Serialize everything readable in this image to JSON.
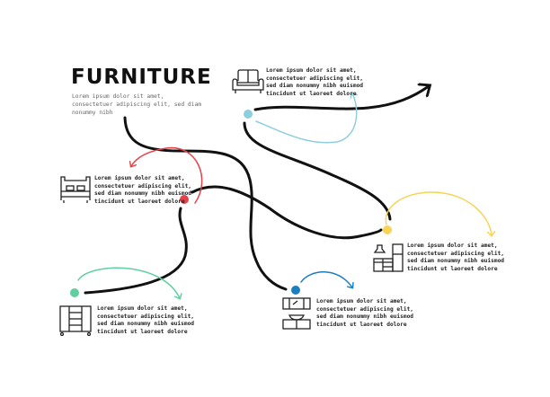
{
  "title": "FURNITURE",
  "subtitle": "Lorem ipsum dolor sit amet, consectetuer adipiscing elit, sed diam nonummy nibh",
  "items": [
    {
      "name": "armchair",
      "icon": "armchair-icon",
      "color": "#8ecfdf",
      "text": "Lorem ipsum dolor sit amet, consectetuer adipiscing elit, sed diam nonummy nibh euismod tincidunt ut laoreet dolore"
    },
    {
      "name": "bed",
      "icon": "bed-icon",
      "color": "#e5434a",
      "text": "Lorem ipsum dolor sit amet, consectetuer adipiscing elit, sed diam nonummy nibh euismod tincidunt ut laoreet dolore"
    },
    {
      "name": "kitchen",
      "icon": "kitchen-icon",
      "color": "#f7d358",
      "text": "Lorem ipsum dolor sit amet, consectetuer adipiscing elit, sed diam nonummy nibh euismod tincidunt ut laoreet dolore"
    },
    {
      "name": "bathroom",
      "icon": "bathroom-vanity-icon",
      "color": "#1a7fc1",
      "text": "Lorem ipsum dolor sit amet, consectetuer adipiscing elit, sed diam nonummy nibh euismod tincidunt ut laoreet dolore"
    },
    {
      "name": "dresser",
      "icon": "dresser-icon",
      "color": "#5fcf9f",
      "text": "Lorem ipsum dolor sit amet, consectetuer adipiscing elit, sed diam nonummy nibh euismod tincidunt ut laoreet dolore"
    }
  ]
}
